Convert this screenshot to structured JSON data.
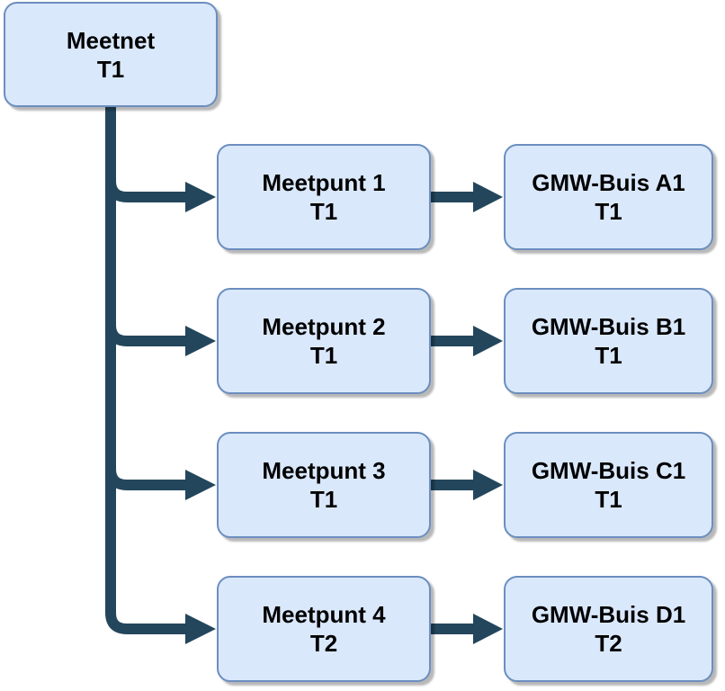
{
  "diagram": {
    "root": {
      "line1": "Meetnet",
      "line2": "T1"
    },
    "rows": [
      {
        "meetpunt": {
          "line1": "Meetpunt 1",
          "line2": "T1"
        },
        "gmwbuis": {
          "line1": "GMW-Buis A1",
          "line2": "T1"
        }
      },
      {
        "meetpunt": {
          "line1": "Meetpunt 2",
          "line2": "T1"
        },
        "gmwbuis": {
          "line1": "GMW-Buis B1",
          "line2": "T1"
        }
      },
      {
        "meetpunt": {
          "line1": "Meetpunt 3",
          "line2": "T1"
        },
        "gmwbuis": {
          "line1": "GMW-Buis C1",
          "line2": "T1"
        }
      },
      {
        "meetpunt": {
          "line1": "Meetpunt 4",
          "line2": "T2"
        },
        "gmwbuis": {
          "line1": "GMW-Buis D1",
          "line2": "T2"
        }
      }
    ],
    "colors": {
      "node_fill": "#dae8fc",
      "node_border": "#6c8ebf",
      "connector": "#23465c",
      "text": "#000000",
      "background": "#ffffff"
    }
  }
}
